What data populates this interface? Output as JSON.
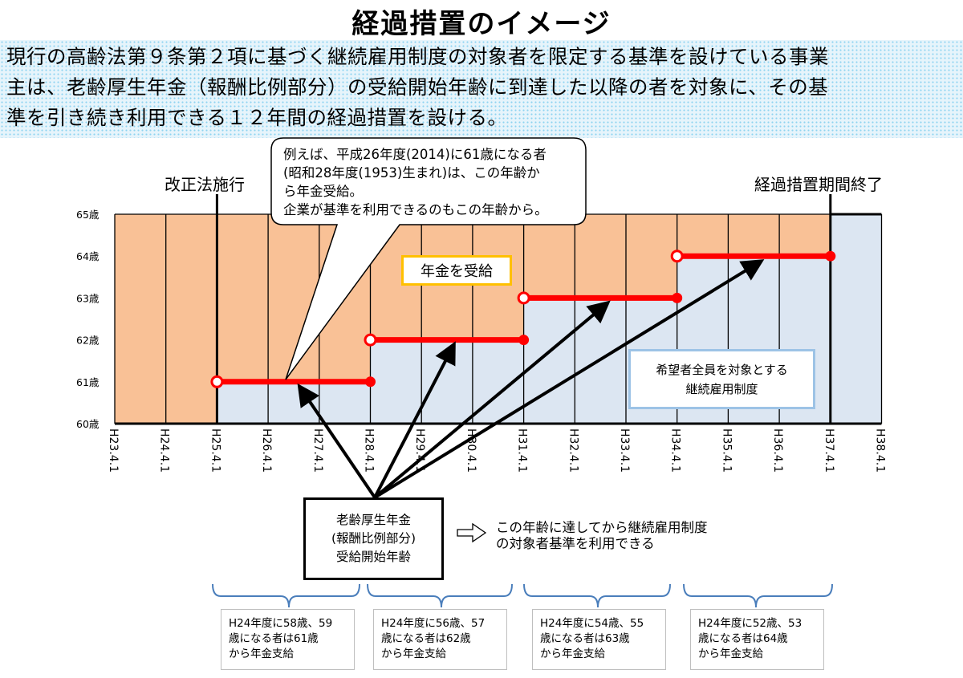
{
  "title": "経過措置のイメージ",
  "intro_lines": [
    "現行の高齢法第９条第２項に基づく継続雇用制度の対象者を限定する基準を設けている事業",
    "主は、老齢厚生年金（報酬比例部分）の受給開始年齢に到達した以降の者を対象に、その基",
    "準を引き続き利用できる１２年間の経過措置を設ける。"
  ],
  "milestones": {
    "start_label": "改正法施行",
    "end_label": "経過措置期間終了"
  },
  "callout": {
    "lines": [
      "例えば、平成26年度(2014)に61歳になる者",
      "(昭和28年度(1953)生まれ)は、この年齢か",
      "ら年金受給。",
      "企業が基準を利用できるのもこの年齢から。"
    ]
  },
  "region_labels": {
    "pension": "年金を受給",
    "employment_line1": "希望者全員を対象とする",
    "employment_line2": "継続雇用制度"
  },
  "center_box": {
    "lines": [
      "老齢厚生年金",
      "(報酬比例部分)",
      "受給開始年齢"
    ],
    "arrow_glyph": "⇨",
    "note_lines": [
      "この年齢に達してから継続雇用制度",
      "の対象者基準を利用できる"
    ]
  },
  "footnotes": [
    {
      "lines": [
        "H24年度に58歳、59",
        "歳になる者は61歳",
        "から年金支給"
      ]
    },
    {
      "lines": [
        "H24年度に56歳、57",
        "歳になる者は62歳",
        "から年金支給"
      ]
    },
    {
      "lines": [
        "H24年度に54歳、55",
        "歳になる者は63歳",
        "から年金支給"
      ]
    },
    {
      "lines": [
        "H24年度に52歳、53",
        "歳になる者は64歳",
        "から年金支給"
      ]
    }
  ],
  "chart_data": {
    "type": "area",
    "x_ticks": [
      "H23.4.1",
      "H24.4.1",
      "H25.4.1",
      "H26.4.1",
      "H27.4.1",
      "H28.4.1",
      "H29.4.1",
      "H30.4.1",
      "H31.4.1",
      "H32.4.1",
      "H33.4.1",
      "H34.4.1",
      "H35.4.1",
      "H36.4.1",
      "H37.4.1",
      "H38.4.1"
    ],
    "y_ticks": [
      "60歳",
      "61歳",
      "62歳",
      "63歳",
      "64歳",
      "65歳"
    ],
    "ylim": [
      60,
      65
    ],
    "pension_start_age_steps": [
      {
        "from": "H25.4.1",
        "to": "H28.4.1",
        "age": 61
      },
      {
        "from": "H28.4.1",
        "to": "H31.4.1",
        "age": 62
      },
      {
        "from": "H31.4.1",
        "to": "H34.4.1",
        "age": 63
      },
      {
        "from": "H34.4.1",
        "to": "H37.4.1",
        "age": 64
      }
    ],
    "colors": {
      "pension": "#f9c196",
      "employment": "#dce6f2",
      "step_line": "#ff0000",
      "label_border": "#ffc000",
      "employment_border": "#9dc3e6"
    }
  }
}
